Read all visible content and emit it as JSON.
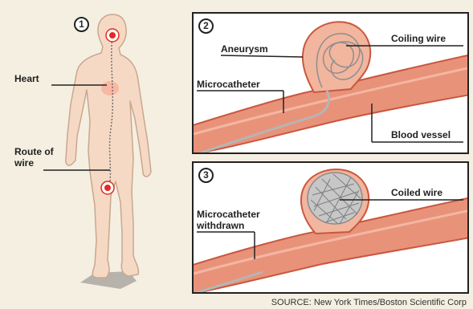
{
  "panels": [
    {
      "number": "1"
    },
    {
      "number": "2"
    },
    {
      "number": "3"
    }
  ],
  "labels": {
    "heart": "Heart",
    "route_of_wire_line1": "Route of",
    "route_of_wire_line2": "wire",
    "aneurysm": "Aneurysm",
    "coiling_wire": "Coiling wire",
    "microcatheter": "Microcatheter",
    "blood_vessel": "Blood vessel",
    "coiled_wire": "Coiled wire",
    "microcatheter_withdrawn_line1": "Microcatheter",
    "microcatheter_withdrawn_line2": "withdrawn"
  },
  "source": "SOURCE: New York Times/Boston Scientific Corp",
  "colors": {
    "background": "#f4efe1",
    "skin": "#f6d9c4",
    "skin_outline": "#c9a78f",
    "vessel": "#e9927a",
    "vessel_dark": "#c9573f",
    "aneurysm": "#f2b59e",
    "wire": "#9a9a9a",
    "marker_red": "#e32b22",
    "heart": "#f7b9a4"
  }
}
